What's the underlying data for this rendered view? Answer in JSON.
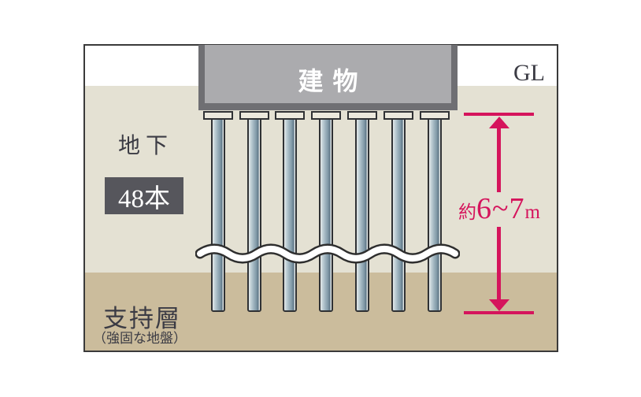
{
  "diagram": {
    "building_label": "建物",
    "gl_label": "GL",
    "underground_label": "地下",
    "pile_count_label": "48本",
    "bearing_layer_label": "支持層",
    "bearing_layer_sublabel": "（強固な地盤）",
    "depth": {
      "prefix": "約",
      "value": "6~7",
      "unit": "m"
    },
    "piles_drawn": 7
  },
  "colors": {
    "canvas-bg": "#ffffff",
    "frame-border": "#3a3a3a",
    "ground-upper": "#e4e1d3",
    "ground-bearing": "#cbbc9c",
    "building-fill": "#ababae",
    "building-border": "#6f6f73",
    "building-text": "#ffffff",
    "pile-outline": "#2f3134",
    "pile-cap-fill": "#ece9dd",
    "label-dark": "#3b3b44",
    "badge-bg": "#56565c",
    "badge-text": "#ffffff",
    "accent-red": "#d5145c"
  }
}
